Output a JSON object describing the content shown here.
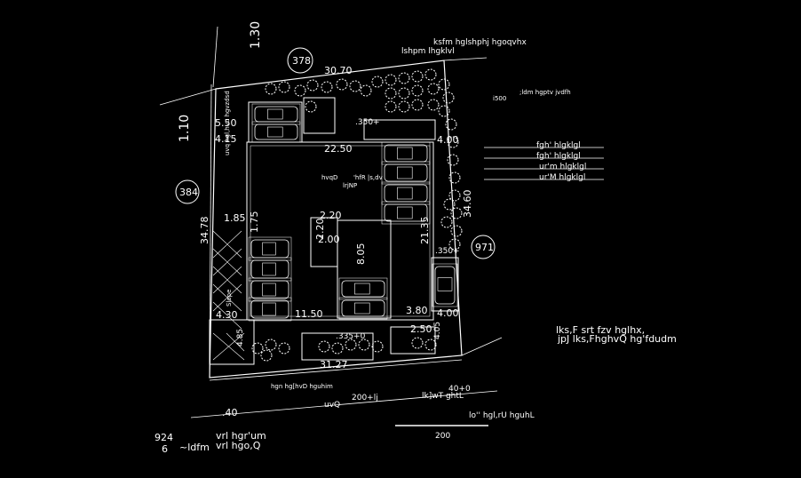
{
  "plot_numbers": {
    "north": "378",
    "west": "384",
    "east": "971"
  },
  "dimensions": {
    "top_edge": "30.70",
    "left_edge": "34.78",
    "right_edge": "34.60",
    "bottom_edge": "31.27",
    "slope_top": "1.30",
    "slope_left": "1.10",
    "building_width": "22.50",
    "inner_left_top": "5.50",
    "inner_left": "4.15",
    "inner_right_top": "4.00",
    "inner_right_bottom": "4.00",
    "inner_left_bottom": "4.30",
    "bottom_inner": "11.50",
    "bottom_right_inner": "3.80",
    "vertical_inner": "21.35",
    "core_a": "2.20",
    "core_b": "2.20",
    "core_c": "2.00",
    "core_vertical": "8.05",
    "ramp_w": "1.85",
    "ramp_h": "1.75",
    "level_top": ".350+",
    "level_right": ".350+",
    "level_bottom": ".335+0",
    "bottom_small": "2.50",
    "bottom_small_v": "4.05",
    "road_level": ".40",
    "road_level_b": "40+0",
    "side_mark": "4.85"
  },
  "labels": {
    "top_title": "ksfm hglshphj hgoqvhx",
    "top_sub": "lshpm lhgklvl",
    "right_note": ";ldm hgptv jvdfh",
    "right_num": "i500",
    "legend_1": "fgh' hlgklgl",
    "legend_2": "fgh' hlgklgl",
    "legend_3": "ur'm hlgklgl",
    "legend_4": "ur'M hlgklgl",
    "center_1": "hvqD",
    "center_2": "'hfR |s,dv",
    "center_3": "lrjNP",
    "left_vertical": "uvq hgl,hvu hgvzdsd",
    "ramp_text": "Slope",
    "bottom_road": "hgn hg[hvD hguhim",
    "bottom_mid": "uvQ",
    "bottom_level": "200+lj",
    "bottom_right": "lk]wT ghtL",
    "scale_caption": "lo'' hgl,rU hguhL",
    "scale_value": "200",
    "bottom_left_num_1": "924",
    "bottom_left_num_2": "6",
    "bottom_left_text_1": "vrl hgr'um",
    "bottom_left_text_2": "vrl hgo,Q",
    "bottom_left_text_3": "~ldfm",
    "right_block_1": "lks,F srt fzv hglhx,",
    "right_block_2": "jpJ lks,FhghvQ hg'fdudm"
  },
  "colors": {
    "background": "#000000",
    "line": "#ffffff"
  }
}
